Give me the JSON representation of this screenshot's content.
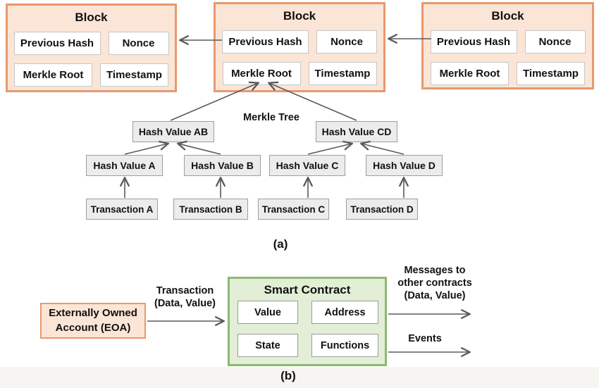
{
  "colors": {
    "block_fill": "#fbe5d6",
    "block_border": "#e8996d",
    "merkle_node_fill": "#ececec",
    "merkle_node_border": "#9e9e9e",
    "contract_fill": "#e2eed6",
    "contract_border": "#8cb871",
    "arrow": "#5a5a5a"
  },
  "part_a": {
    "caption": "(a)",
    "blocks": [
      {
        "title": "Block",
        "previous_hash": "Previous Hash",
        "nonce": "Nonce",
        "merkle_root": "Merkle Root",
        "timestamp": "Timestamp"
      },
      {
        "title": "Block",
        "previous_hash": "Previous Hash",
        "nonce": "Nonce",
        "merkle_root": "Merkle Root",
        "timestamp": "Timestamp"
      },
      {
        "title": "Block",
        "previous_hash": "Previous Hash",
        "nonce": "Nonce",
        "merkle_root": "Merkle Root",
        "timestamp": "Timestamp"
      }
    ],
    "merkle_tree": {
      "label": "Merkle Tree",
      "parents": [
        "Hash Value AB",
        "Hash Value CD"
      ],
      "leaves": [
        "Hash Value A",
        "Hash Value B",
        "Hash Value C",
        "Hash Value D"
      ],
      "transactions": [
        "Transaction A",
        "Transaction B",
        "Transaction C",
        "Transaction D"
      ]
    }
  },
  "part_b": {
    "caption": "(b)",
    "eoa_label": "Externally Owned\nAccount (EOA)",
    "transaction_arrow_label": "Transaction\n(Data, Value)",
    "smart_contract": {
      "title": "Smart Contract",
      "fields": [
        "Value",
        "Address",
        "State",
        "Functions"
      ]
    },
    "messages_arrow_label": "Messages to\nother contracts\n(Data, Value)",
    "events_arrow_label": "Events"
  }
}
